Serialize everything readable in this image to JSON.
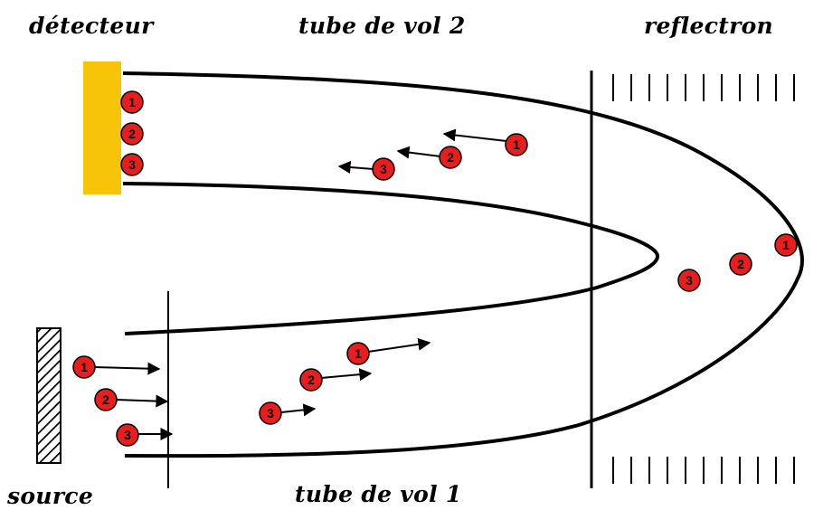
{
  "labels": {
    "detector": "détecteur",
    "flight_tube_2": "tube de vol 2",
    "reflectron": "reflectron",
    "source": "source",
    "flight_tube_1": "tube de vol 1"
  },
  "ion_labels": [
    "1",
    "2",
    "3",
    "1",
    "2",
    "3",
    "1",
    "2",
    "3",
    "1",
    "2",
    "3",
    "1",
    "2",
    "3"
  ],
  "colors": {
    "ion_fill": "#e81e1e",
    "ion_stroke": "#000000",
    "detector": "#f7c40a",
    "line": "#000000"
  }
}
